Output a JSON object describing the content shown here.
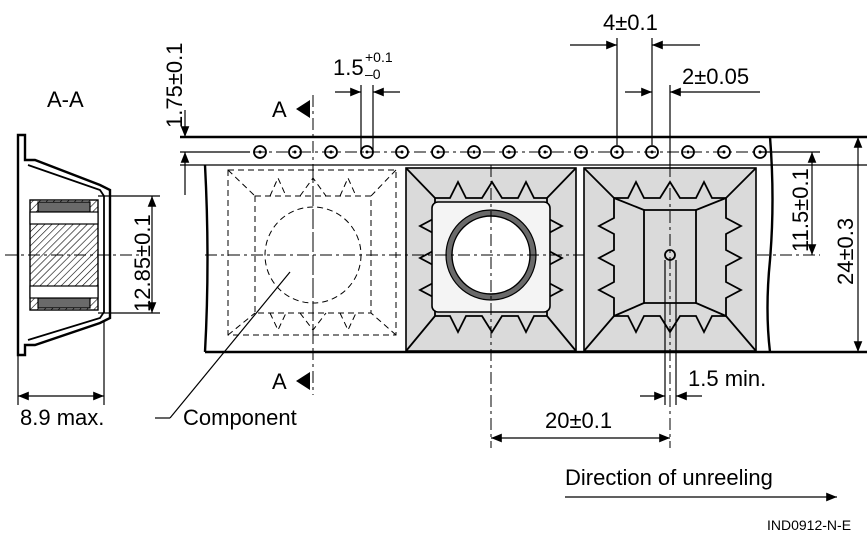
{
  "section_label": "A-A",
  "section_marker": "A",
  "dimensions": {
    "top_pitch": "4±0.1",
    "hole_pitch": "2±0.05",
    "hole_diameter_main": "1.5",
    "hole_diameter_tol_plus": "+0.1",
    "hole_diameter_tol_minus": "–0",
    "edge_offset": "1.75±0.1",
    "track_offset": "11.5±0.1",
    "tape_width": "24±0.3",
    "component_height": "12.85±0.1",
    "depth_max": "8.9 max.",
    "pocket_pitch": "20±0.1",
    "slot_min": "1.5 min."
  },
  "callouts": {
    "component": "Component"
  },
  "direction_label": "Direction of unreeling",
  "drawing_code": "IND0912-N-E"
}
